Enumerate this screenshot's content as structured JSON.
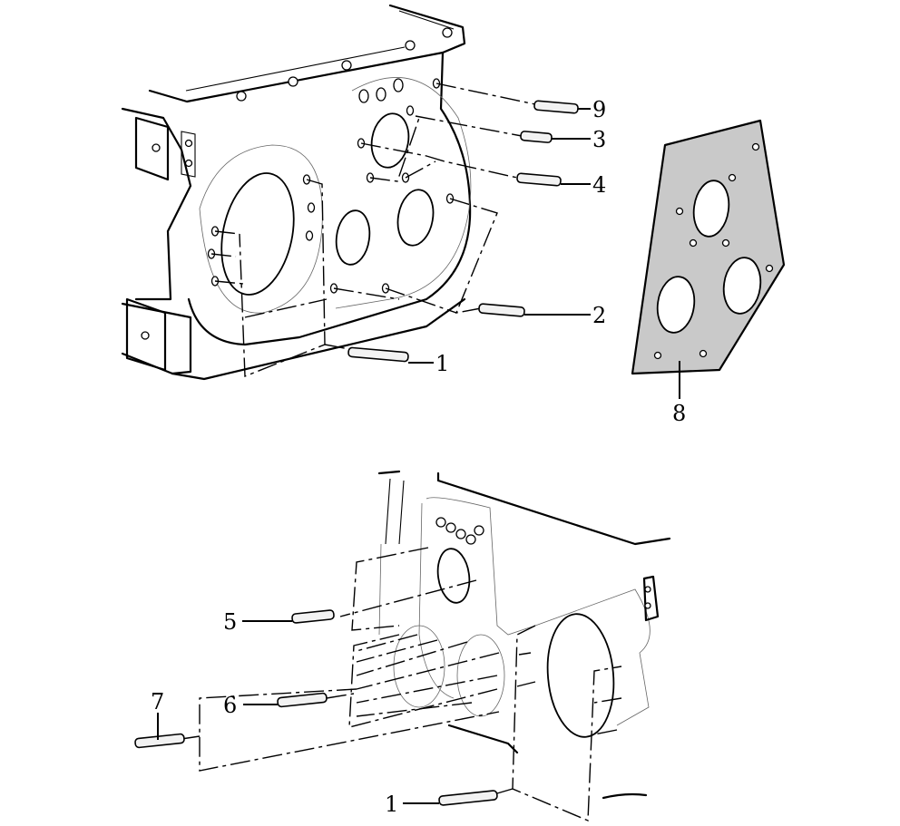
{
  "diagram": {
    "callouts": [
      "9",
      "3",
      "4",
      "2",
      "1",
      "8",
      "5",
      "6",
      "7",
      "1"
    ],
    "colors": {
      "line": "#000000",
      "gasket_fill": "#c9c9c9",
      "background": "#ffffff"
    }
  }
}
